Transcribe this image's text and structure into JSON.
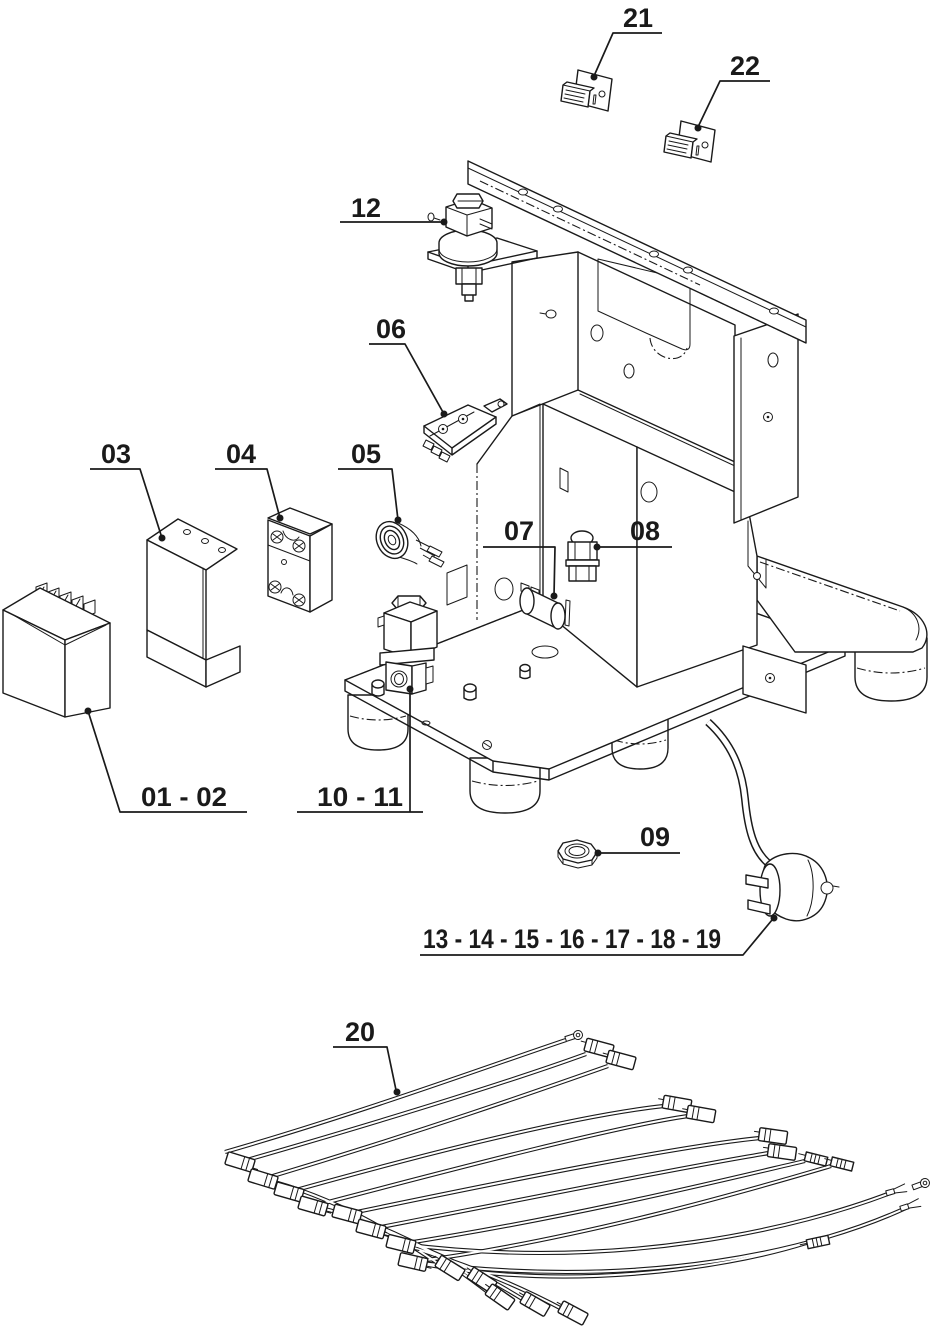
{
  "diagram": {
    "background": "#ffffff",
    "ink": "#1a1a1a",
    "callouts": {
      "c01_02": "01 - 02",
      "c03": "03",
      "c04": "04",
      "c05": "05",
      "c06": "06",
      "c07": "07",
      "c08": "08",
      "c09": "09",
      "c10_11": "10 - 11",
      "c12": "12",
      "c13_19": "13 - 14 - 15 - 16 - 17 - 18 - 19",
      "c20": "20",
      "c21": "21",
      "c22": "22"
    }
  }
}
